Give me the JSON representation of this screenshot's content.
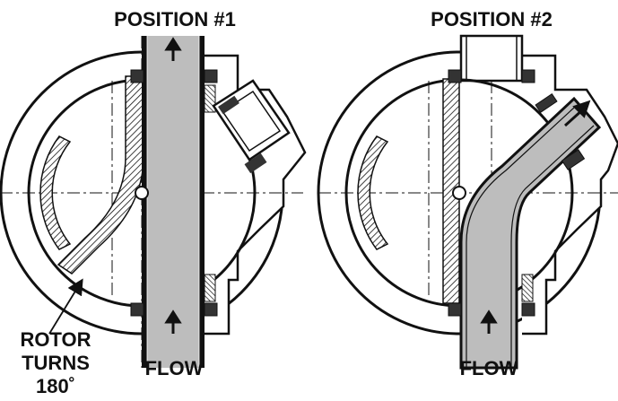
{
  "panels": [
    {
      "title": "POSITION #1",
      "flow_label": "FLOW"
    },
    {
      "title": "POSITION #2",
      "flow_label": "FLOW"
    }
  ],
  "rotor_note": {
    "line1": "ROTOR",
    "line2": "TURNS",
    "line3": "180˚"
  },
  "colors": {
    "line": "#111111",
    "tube_fill": "#bdbdbd",
    "background": "#ffffff",
    "seal": "#333333"
  }
}
